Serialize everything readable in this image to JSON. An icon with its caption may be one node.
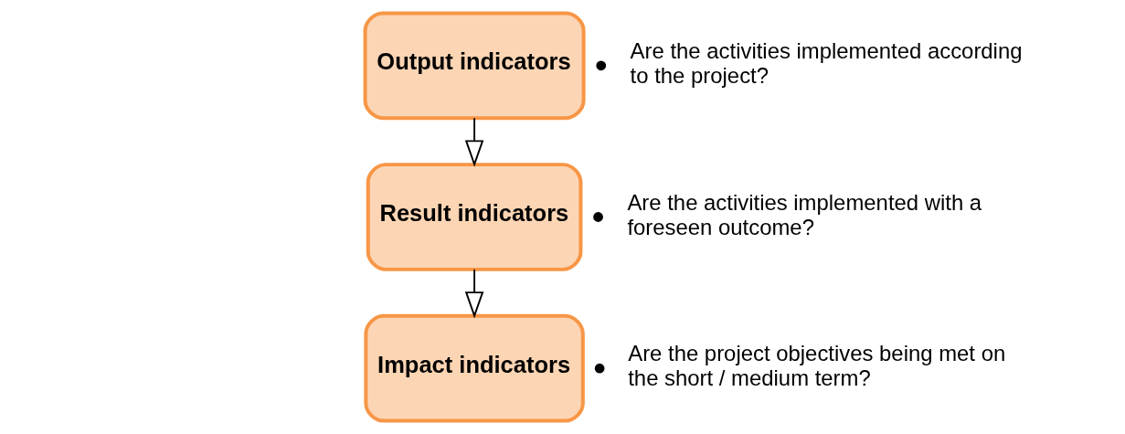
{
  "diagram": {
    "nodes": [
      {
        "text": [
          "Output indicators"
        ],
        "beside": [
          "Are the activities implemented according to the project?"
        ]
      },
      {
        "text": [
          "Result indicators"
        ],
        "beside": [
          "Are the activities implemented with a foreseen outcome?"
        ]
      },
      {
        "text": [
          "Impact indicators"
        ],
        "beside": [
          "Are the project objectives being met on the short / medium term?"
        ]
      }
    ],
    "edges": [
      {
        "from": 0,
        "to": 1,
        "arrow": "to"
      },
      {
        "from": 1,
        "to": 2,
        "arrow": "to"
      }
    ]
  }
}
